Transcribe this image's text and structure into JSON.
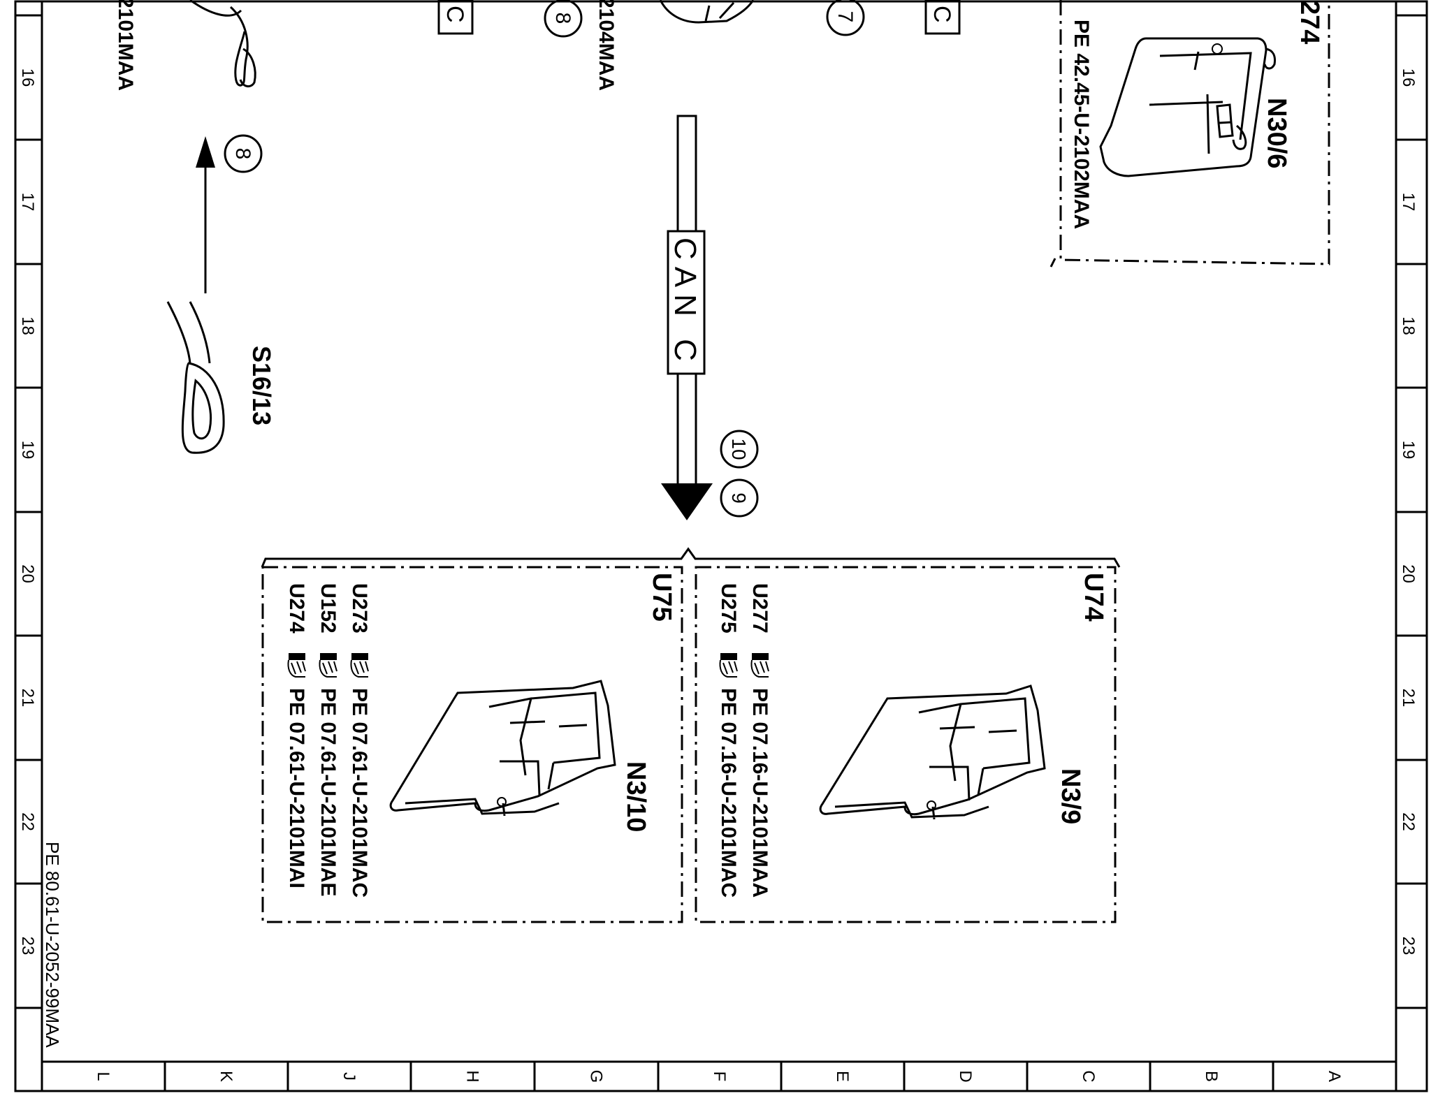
{
  "grid": {
    "numbers": [
      "16",
      "17",
      "18",
      "19",
      "20",
      "21",
      "22",
      "23"
    ],
    "letters": [
      "L",
      "K",
      "J",
      "H",
      "G",
      "F",
      "E",
      "D",
      "C",
      "B",
      "A"
    ]
  },
  "document_code": "PE 80.61-U-2052-99MAA",
  "top_fragments": {
    "code_left": "2101MAA",
    "code_mid": "2104MAA",
    "box_c_left": "C",
    "box_c_right": "C",
    "callout_8_top": "8",
    "callout_7_top": "7",
    "fragment_274": "274"
  },
  "switch": {
    "label": "S16/13",
    "callout": "8"
  },
  "bus": {
    "label": "CAN C",
    "callouts": [
      "10",
      "9"
    ]
  },
  "n30_box": {
    "ref": "PE 42.45-U-2102MAA",
    "component": "N30/6"
  },
  "group_u74": {
    "variant": "U74",
    "component": "N3/9",
    "refs": [
      {
        "variant": "U277",
        "ref": "PE 07.16-U-2101MAA"
      },
      {
        "variant": "U275",
        "ref": "PE 07.16-U-2101MAC"
      }
    ]
  },
  "group_u75": {
    "variant": "U75",
    "component": "N3/10",
    "refs": [
      {
        "variant": "U273",
        "ref": "PE 07.61-U-2101MAC"
      },
      {
        "variant": "U152",
        "ref": "PE 07.61-U-2101MAE"
      },
      {
        "variant": "U274",
        "ref": "PE 07.61-U-2101MAI"
      }
    ]
  }
}
